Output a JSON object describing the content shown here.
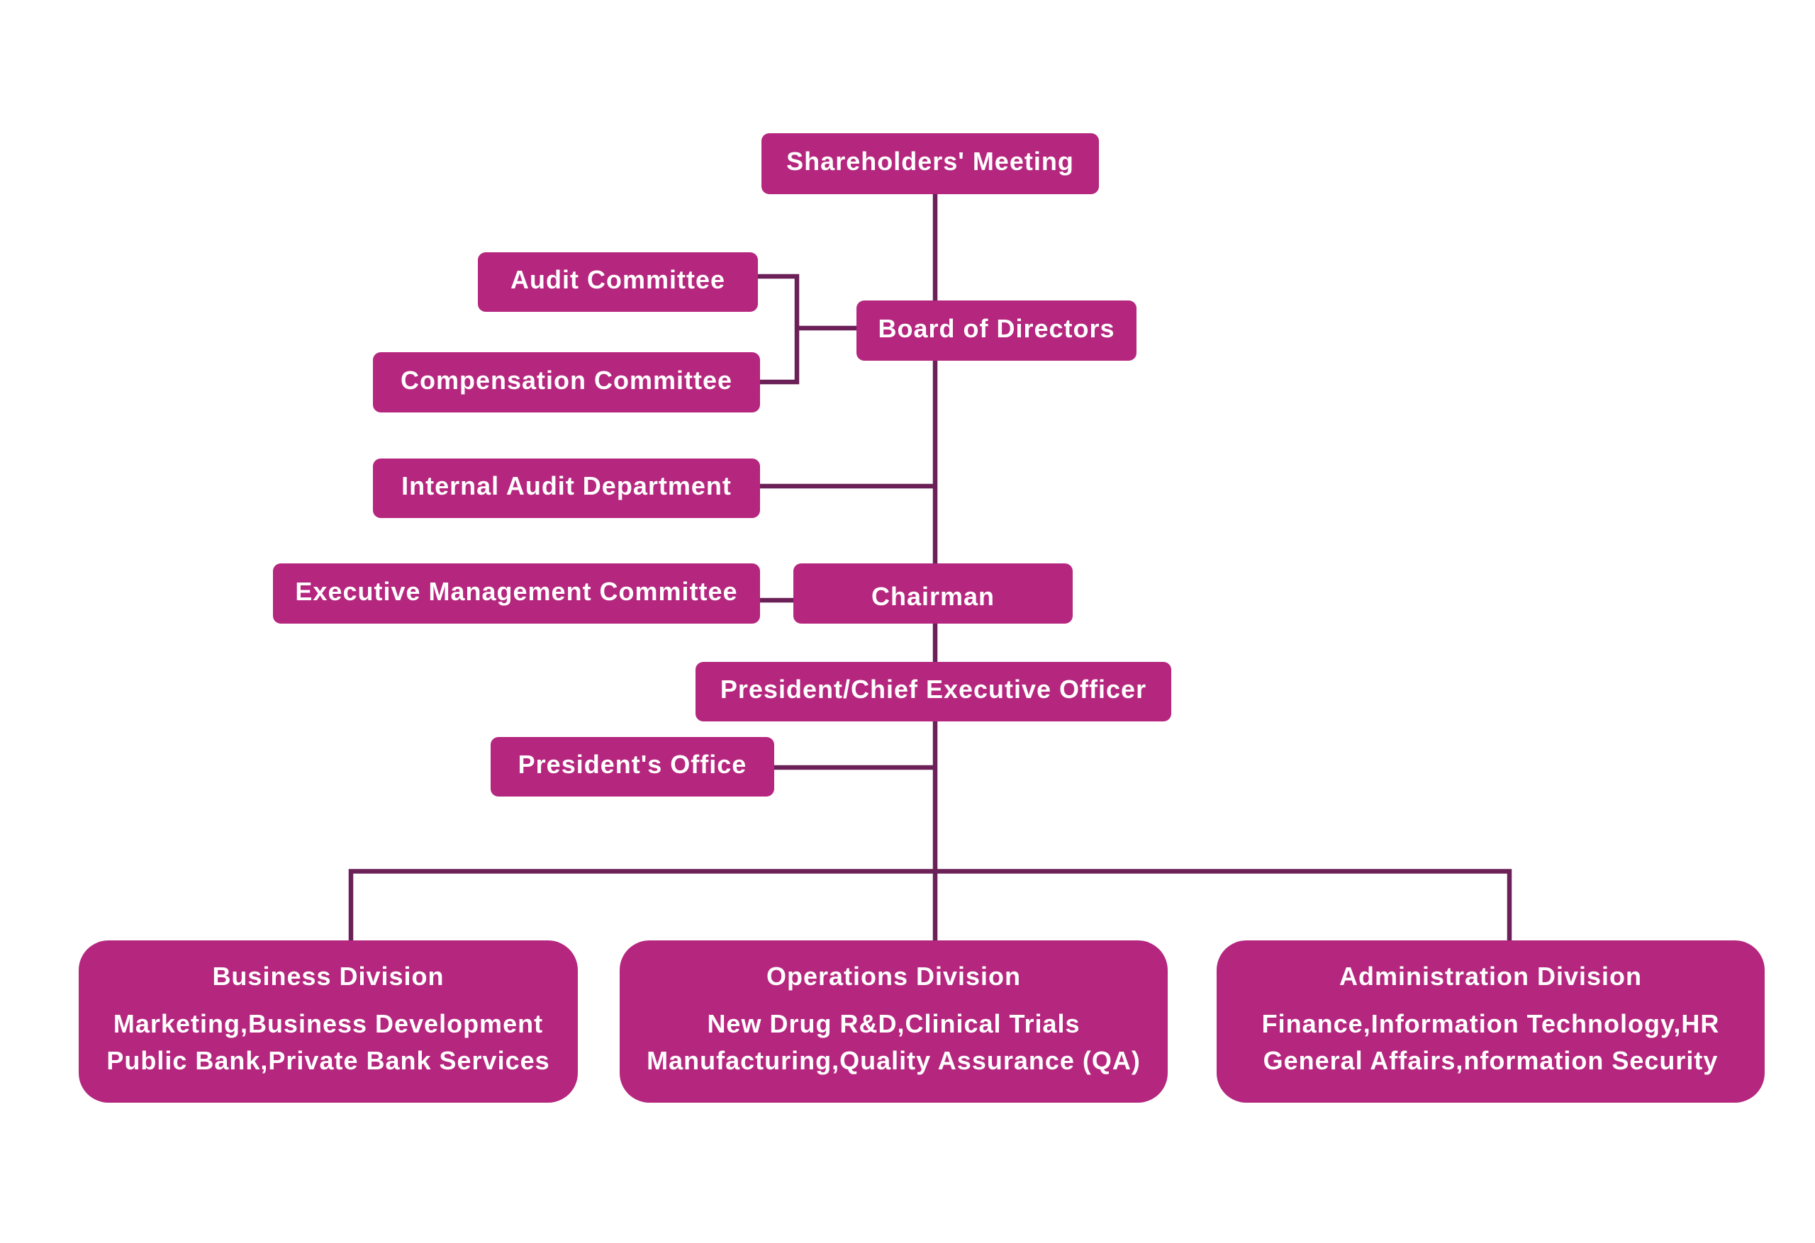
{
  "chart": {
    "colors": {
      "box_fill": "#b5267e",
      "connector": "#6b2058",
      "text": "#ffffff"
    },
    "nodes": {
      "shareholders": "Shareholders' Meeting",
      "audit_committee": "Audit Committee",
      "board": "Board of Directors",
      "compensation_committee": "Compensation Committee",
      "internal_audit": "Internal Audit Department",
      "executive_committee": "Executive Management Committee",
      "chairman": "Chairman",
      "ceo": "President/Chief Executive Officer",
      "presidents_office": "President's Office"
    },
    "divisions": [
      {
        "title": "Business Division",
        "lines": [
          "Marketing,Business Development",
          "Public Bank,Private Bank Services"
        ]
      },
      {
        "title": "Operations Division",
        "lines": [
          "New Drug R&D,Clinical Trials",
          "Manufacturing,Quality Assurance (QA)"
        ]
      },
      {
        "title": "Administration Division",
        "lines": [
          "Finance,Information Technology,HR",
          "General Affairs,nformation Security"
        ]
      }
    ],
    "relations": [
      {
        "from": "Shareholders' Meeting",
        "to": "Board of Directors",
        "type": "reports"
      },
      {
        "from": "Board of Directors",
        "to": "Audit Committee",
        "type": "committee"
      },
      {
        "from": "Board of Directors",
        "to": "Compensation Committee",
        "type": "committee"
      },
      {
        "from": "Board of Directors",
        "to": "Internal Audit Department",
        "type": "branch"
      },
      {
        "from": "Board of Directors",
        "to": "Chairman",
        "type": "reports"
      },
      {
        "from": "Chairman",
        "to": "Executive Management Committee",
        "type": "branch"
      },
      {
        "from": "Chairman",
        "to": "President/Chief Executive Officer",
        "type": "reports"
      },
      {
        "from": "President/Chief Executive Officer",
        "to": "President's Office",
        "type": "branch"
      },
      {
        "from": "President/Chief Executive Officer",
        "to": "Business Division",
        "type": "reports"
      },
      {
        "from": "President/Chief Executive Officer",
        "to": "Operations Division",
        "type": "reports"
      },
      {
        "from": "President/Chief Executive Officer",
        "to": "Administration Division",
        "type": "reports"
      }
    ]
  }
}
